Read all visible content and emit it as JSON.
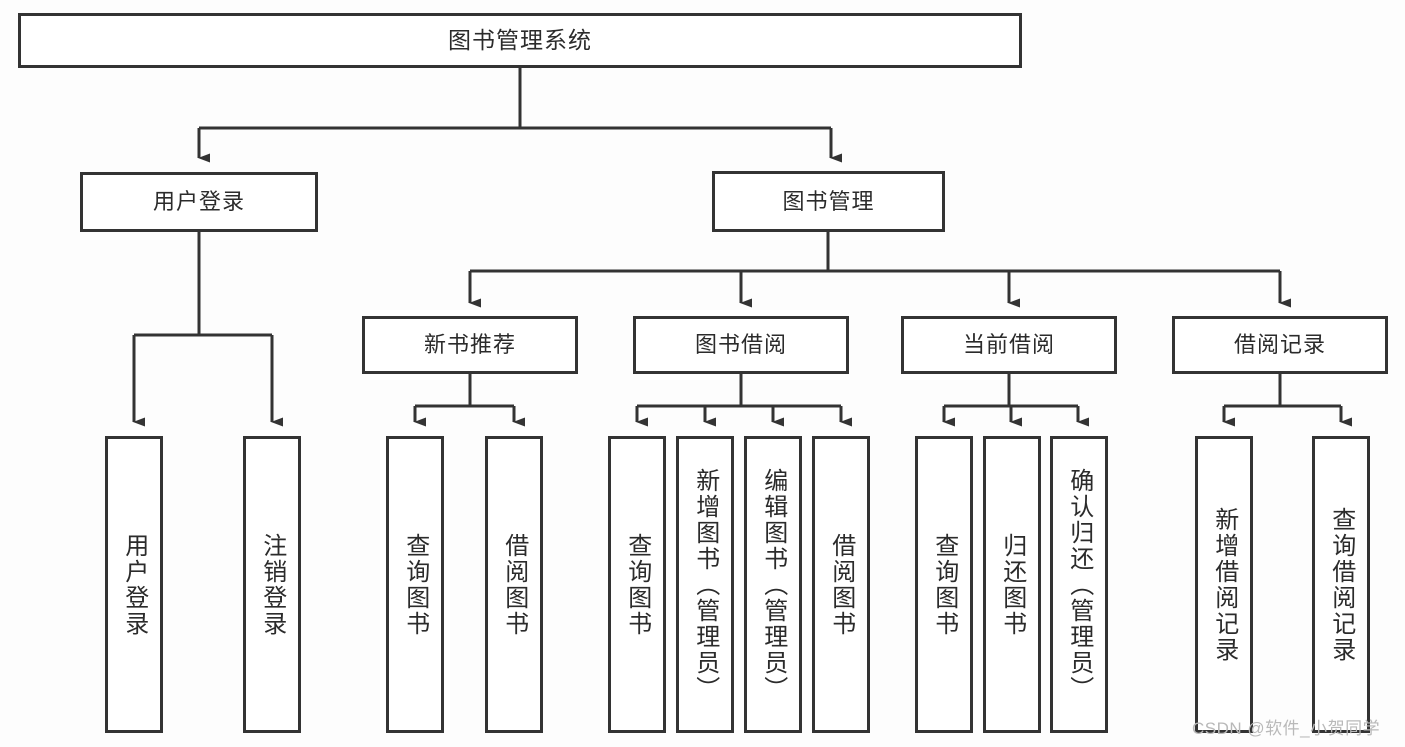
{
  "diagram": {
    "type": "tree-hierarchy",
    "title": "图书管理系统",
    "background_color": "#fdfdfd",
    "line_color": "#333333",
    "box_fill": "#ffffff",
    "root": {
      "label": "图书管理系统"
    },
    "level1": [
      {
        "label": "用户登录"
      },
      {
        "label": "图书管理"
      }
    ],
    "level2": [
      {
        "label": "新书推荐"
      },
      {
        "label": "图书借阅"
      },
      {
        "label": "当前借阅"
      },
      {
        "label": "借阅记录"
      }
    ],
    "leaves": {
      "user_login": [
        {
          "label": "用户登录"
        },
        {
          "label": "注销登录"
        }
      ],
      "new_book_recommend": [
        {
          "label": "查询图书"
        },
        {
          "label": "借阅图书"
        }
      ],
      "book_borrow": [
        {
          "label": "查询图书"
        },
        {
          "label": "新增图书（管理员）"
        },
        {
          "label": "编辑图书（管理员）"
        },
        {
          "label": "借阅图书"
        }
      ],
      "current_borrow": [
        {
          "label": "查询图书"
        },
        {
          "label": "归还图书"
        },
        {
          "label": "确认归还（管理员）"
        }
      ],
      "borrow_record": [
        {
          "label": "新增借阅记录"
        },
        {
          "label": "查询借阅记录"
        }
      ]
    }
  },
  "watermark": {
    "text": "CSDN @软件_小贺同学"
  }
}
